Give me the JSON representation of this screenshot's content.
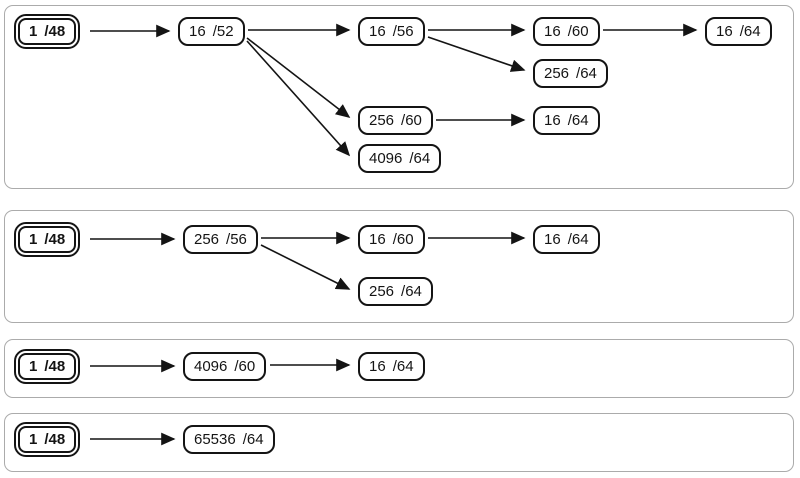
{
  "diagram": {
    "colors": {
      "node_border": "#141414",
      "edge": "#141414",
      "panel_border": "#ababab",
      "background": "#ffffff"
    },
    "panels": [
      {
        "nodes": [
          {
            "count": "1",
            "prefix": "/48",
            "root": true
          },
          {
            "count": "16",
            "prefix": "/52"
          },
          {
            "count": "16",
            "prefix": "/56"
          },
          {
            "count": "16",
            "prefix": "/60"
          },
          {
            "count": "16",
            "prefix": "/64"
          },
          {
            "count": "256",
            "prefix": "/64"
          },
          {
            "count": "256",
            "prefix": "/60"
          },
          {
            "count": "16",
            "prefix": "/64"
          },
          {
            "count": "4096",
            "prefix": "/64"
          }
        ],
        "edges": [
          [
            0,
            1
          ],
          [
            1,
            2
          ],
          [
            2,
            3
          ],
          [
            3,
            4
          ],
          [
            2,
            5
          ],
          [
            1,
            6
          ],
          [
            1,
            8
          ],
          [
            6,
            7
          ]
        ]
      },
      {
        "nodes": [
          {
            "count": "1",
            "prefix": "/48",
            "root": true
          },
          {
            "count": "256",
            "prefix": "/56"
          },
          {
            "count": "16",
            "prefix": "/60"
          },
          {
            "count": "16",
            "prefix": "/64"
          },
          {
            "count": "256",
            "prefix": "/64"
          }
        ],
        "edges": [
          [
            0,
            1
          ],
          [
            1,
            2
          ],
          [
            2,
            3
          ],
          [
            1,
            4
          ]
        ]
      },
      {
        "nodes": [
          {
            "count": "1",
            "prefix": "/48",
            "root": true
          },
          {
            "count": "4096",
            "prefix": "/60"
          },
          {
            "count": "16",
            "prefix": "/64"
          }
        ],
        "edges": [
          [
            0,
            1
          ],
          [
            1,
            2
          ]
        ]
      },
      {
        "nodes": [
          {
            "count": "1",
            "prefix": "/48",
            "root": true
          },
          {
            "count": "65536",
            "prefix": "/64"
          }
        ],
        "edges": [
          [
            0,
            1
          ]
        ]
      }
    ]
  }
}
